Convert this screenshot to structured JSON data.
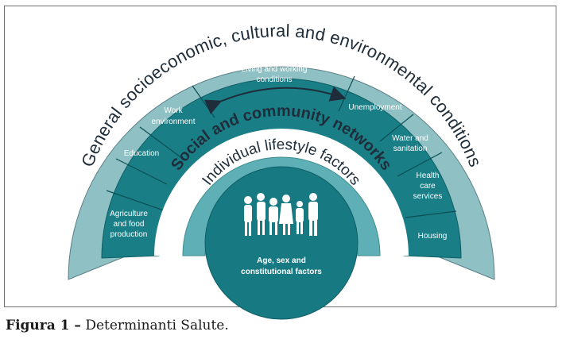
{
  "diagram": {
    "outer_ring": "General socioeconomic, cultural and environmental conditions",
    "middle_ring": "Social and community networks",
    "inner_ring": "Individual lifestyle factors",
    "core": {
      "line1": "Age, sex and",
      "line2": "constitutional factors"
    },
    "living_working": {
      "line1": "Living and working",
      "line2": "conditions"
    },
    "sectors": {
      "agriculture": [
        "Agriculture",
        "and food",
        "production"
      ],
      "education": [
        "Education"
      ],
      "work_environment": [
        "Work",
        "environment"
      ],
      "unemployment": [
        "Unemployment"
      ],
      "water": [
        "Water and",
        "sanitation"
      ],
      "health": [
        "Health",
        "care",
        "services"
      ],
      "housing": [
        "Housing"
      ]
    },
    "colors": {
      "outer": "#8fc0c3",
      "sector_band": "#1a7e86",
      "white_ring": "#ffffff",
      "lifestyle": "#5fb0b6",
      "core": "#177a82",
      "text_dark": "#1f2d3a",
      "text_light": "#ffffff"
    }
  },
  "caption": {
    "bold": "Figura 1 –",
    "text": " Determinanti Salute."
  }
}
